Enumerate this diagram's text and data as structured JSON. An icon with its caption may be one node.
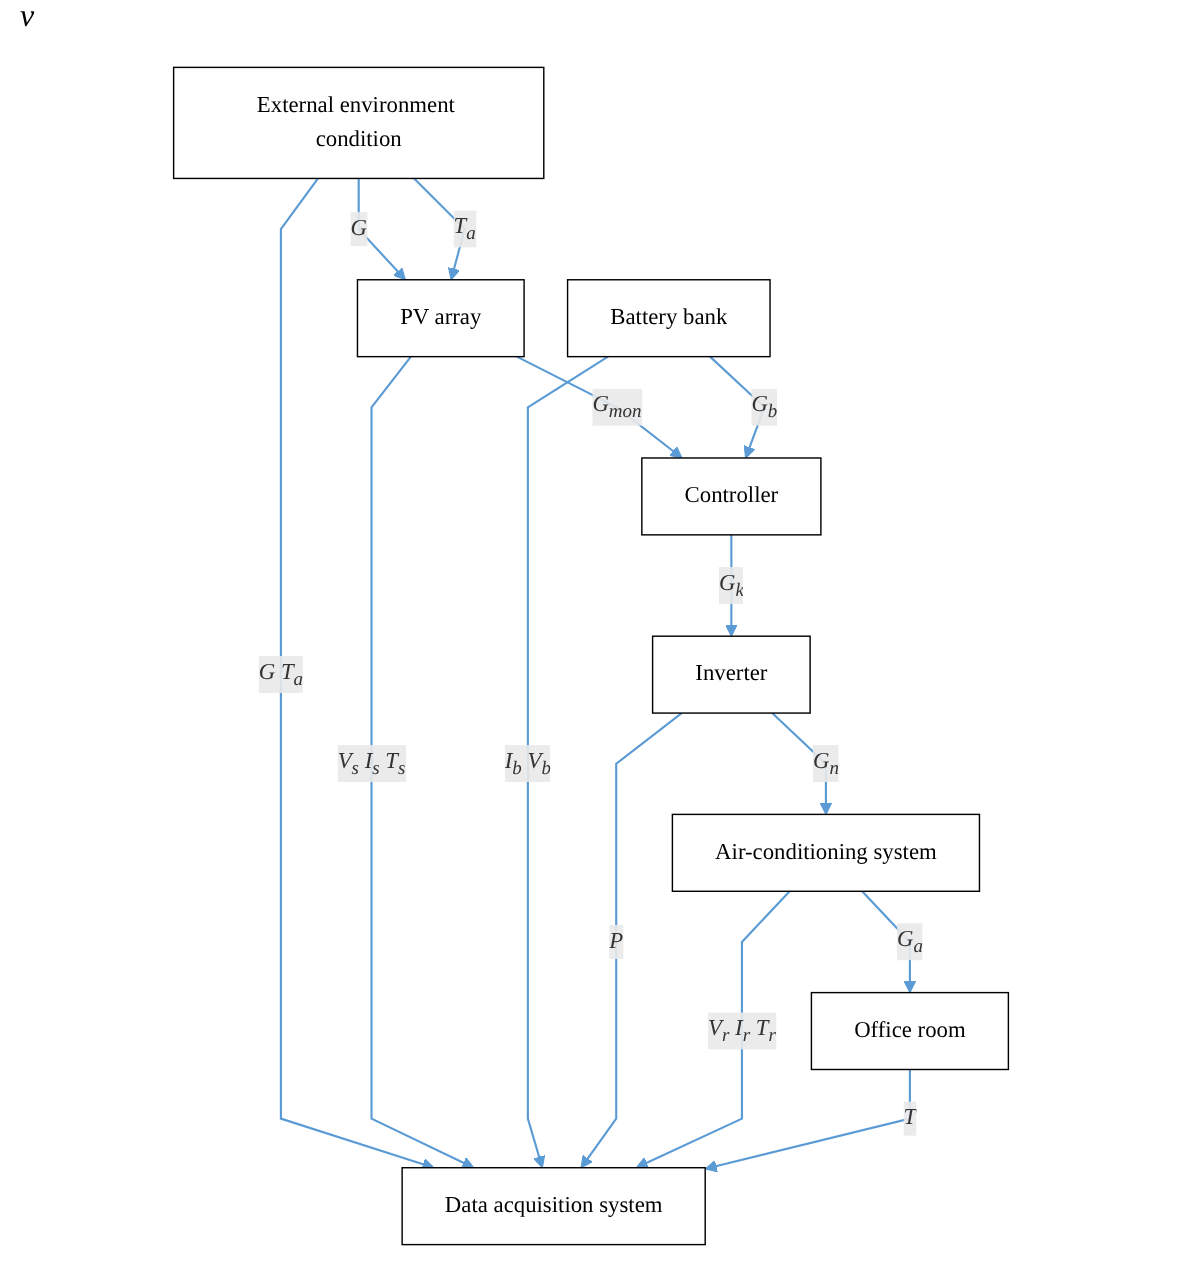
{
  "diagram": {
    "nodes": [
      {
        "text": [
          "External environment condition"
        ]
      },
      {
        "text": [
          "PV array"
        ]
      },
      {
        "text": [
          "Controller"
        ]
      },
      {
        "text": [
          "Battery bank"
        ]
      },
      {
        "text": [
          "Inverter"
        ]
      },
      {
        "text": [
          "Air-conditioning system"
        ]
      },
      {
        "text": [
          "Office room"
        ]
      },
      {
        "text": [
          "Data acquisition system"
        ]
      }
    ],
    "edges": [
      {
        "from": 0,
        "to": 7,
        "arrow": "to",
        "label": "G T$_{a}$"
      },
      {
        "from": 0,
        "to": 1,
        "arrow": "to",
        "label": "G"
      },
      {
        "from": 0,
        "to": 1,
        "arrow": "to",
        "label": "T$_{a}$"
      },
      {
        "from": 1,
        "to": 7,
        "arrow": "to",
        "label": "V$_{s}$ I$_{s}$ T$_{s}$"
      },
      {
        "from": 1,
        "to": 2,
        "arrow": "to",
        "label": "G$_{mon}$"
      },
      {
        "from": 3,
        "to": 2,
        "arrow": "to",
        "label": "G$_{b}$"
      },
      {
        "from": 3,
        "to": 7,
        "arrow": "to",
        "label": "I$_{b}$ V$_{b}$"
      },
      {
        "from": 2,
        "to": 4,
        "arrow": "to",
        "label": "G$_{k}$"
      },
      {
        "from": 4,
        "to": 7,
        "arrow": "to",
        "label": "P"
      },
      {
        "from": 4,
        "to": 5,
        "arrow": "to",
        "label": "G$_{n}$"
      },
      {
        "from": 5,
        "to": 7,
        "arrow": "to",
        "label": "V$_{r}$ I$_{r}$ T$_{r}$"
      },
      {
        "from": 5,
        "to": 6,
        "arrow": "to",
        "label": "G$_{a}$"
      },
      {
        "from": 6,
        "to": 7,
        "arrow": "to",
        "label": "T"
      }
    ],
    "labels": [
      "v"
    ]
  }
}
